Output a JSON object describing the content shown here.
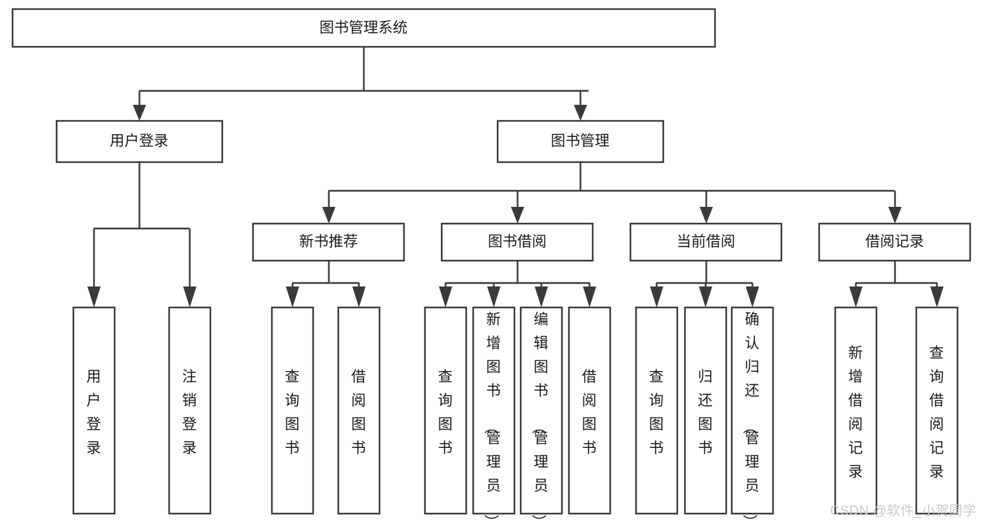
{
  "diagram": {
    "type": "tree-hierarchy",
    "title": "图书管理系统",
    "orientation": "top-down",
    "colors": {
      "box_fill": "#ffffff",
      "box_stroke": "#3a3a3a",
      "text": "#1a1a1a",
      "watermark": "#c9c9c9",
      "background": "#ffffff"
    },
    "root": {
      "label": "图书管理系统",
      "text_direction": "horizontal"
    },
    "level2": [
      {
        "label": "用户登录",
        "text_direction": "horizontal"
      },
      {
        "label": "图书管理",
        "text_direction": "horizontal"
      }
    ],
    "level3": [
      {
        "label": "新书推荐",
        "text_direction": "horizontal"
      },
      {
        "label": "图书借阅",
        "text_direction": "horizontal"
      },
      {
        "label": "当前借阅",
        "text_direction": "horizontal"
      },
      {
        "label": "借阅记录",
        "text_direction": "horizontal"
      }
    ],
    "leaves": {
      "user_login": [
        {
          "label": "用户登录",
          "text_direction": "vertical"
        },
        {
          "label": "注销登录",
          "text_direction": "vertical"
        }
      ],
      "new_book_recommend": [
        {
          "label": "查询图书",
          "text_direction": "vertical"
        },
        {
          "label": "借阅图书",
          "text_direction": "vertical"
        }
      ],
      "book_borrow": [
        {
          "label": "查询图书",
          "text_direction": "vertical"
        },
        {
          "label": "新增图书（管理员）",
          "text_direction": "vertical"
        },
        {
          "label": "编辑图书（管理员）",
          "text_direction": "vertical"
        },
        {
          "label": "借阅图书",
          "text_direction": "vertical"
        }
      ],
      "current_borrow": [
        {
          "label": "查询图书",
          "text_direction": "vertical"
        },
        {
          "label": "归还图书",
          "text_direction": "vertical"
        },
        {
          "label": "确认归还（管理员）",
          "text_direction": "vertical"
        }
      ],
      "borrow_record": [
        {
          "label": "新增借阅记录",
          "text_direction": "vertical"
        },
        {
          "label": "查询借阅记录",
          "text_direction": "vertical"
        }
      ]
    },
    "watermark": "CSDN @软件_小贺同学"
  }
}
